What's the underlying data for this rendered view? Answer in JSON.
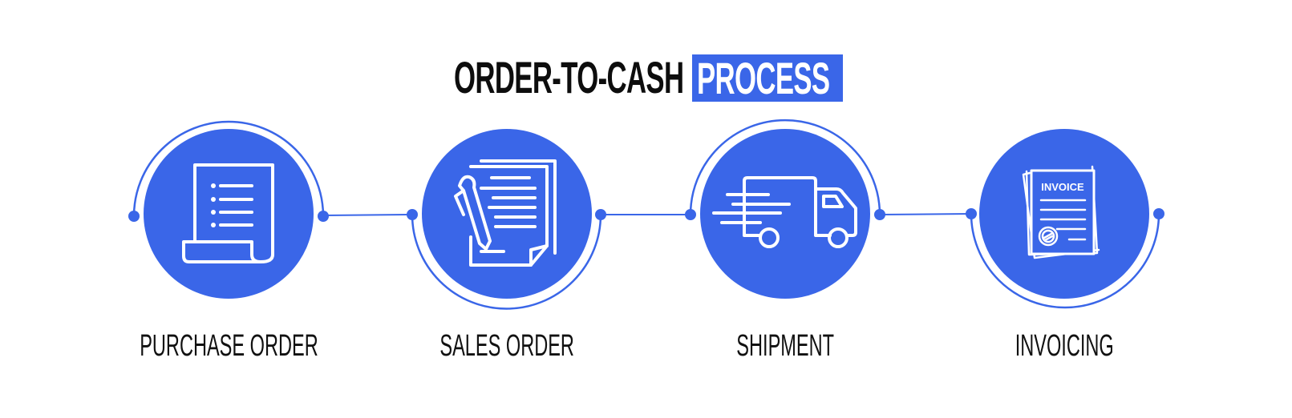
{
  "title": {
    "part1": "ORDER-TO-CASH",
    "part2": "PROCESS"
  },
  "colors": {
    "accent": "#3a66e8",
    "text": "#111111",
    "background": "#ffffff",
    "icon_stroke": "#ffffff"
  },
  "steps": [
    {
      "label": "PURCHASE ORDER",
      "icon": "scroll-list-document-icon",
      "arc": "top"
    },
    {
      "label": "SALES ORDER",
      "icon": "document-pen-icon",
      "arc": "bottom"
    },
    {
      "label": "SHIPMENT",
      "icon": "delivery-truck-icon",
      "arc": "top"
    },
    {
      "label": "INVOICING",
      "icon": "invoice-document-icon",
      "arc": "bottom",
      "icon_text": "INVOICE"
    }
  ]
}
